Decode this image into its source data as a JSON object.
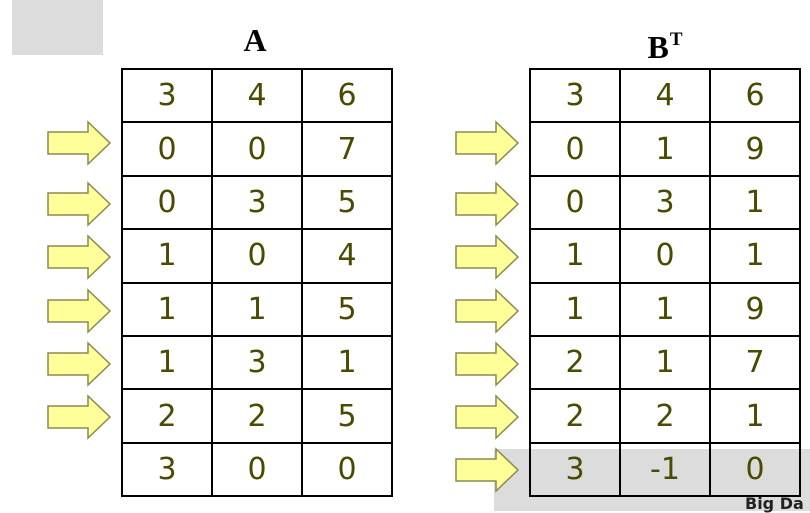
{
  "table_a": {
    "title": "A",
    "rows": [
      [
        "3",
        "4",
        "6"
      ],
      [
        "0",
        "0",
        "7"
      ],
      [
        "0",
        "3",
        "5"
      ],
      [
        "1",
        "0",
        "4"
      ],
      [
        "1",
        "1",
        "5"
      ],
      [
        "1",
        "3",
        "1"
      ],
      [
        "2",
        "2",
        "5"
      ],
      [
        "3",
        "0",
        "0"
      ]
    ]
  },
  "table_b": {
    "title": "B",
    "title_sup": "T",
    "rows": [
      [
        "3",
        "4",
        "6"
      ],
      [
        "0",
        "1",
        "9"
      ],
      [
        "0",
        "3",
        "1"
      ],
      [
        "1",
        "0",
        "1"
      ],
      [
        "1",
        "1",
        "9"
      ],
      [
        "2",
        "1",
        "7"
      ],
      [
        "2",
        "2",
        "1"
      ],
      [
        "3",
        "-1",
        "0"
      ]
    ]
  },
  "arrow_color": "#ffff99",
  "footer_text": "Big Da"
}
